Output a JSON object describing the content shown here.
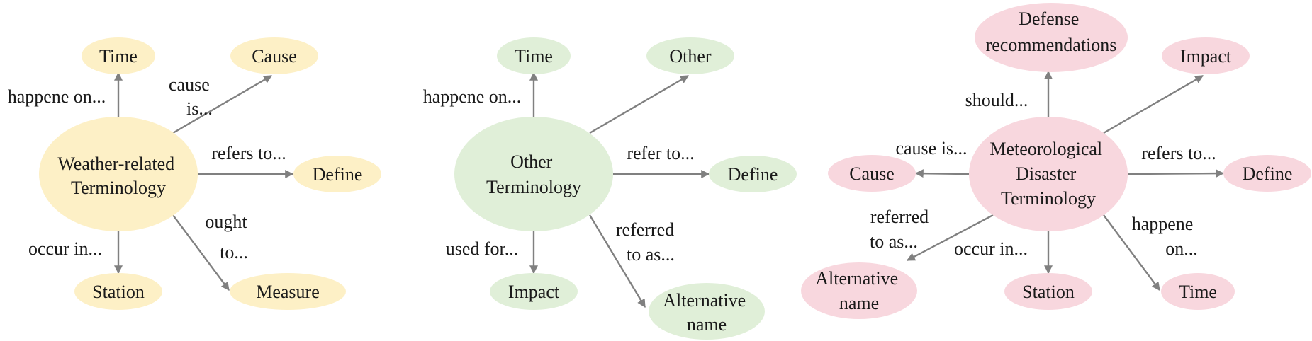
{
  "colors": {
    "yellow": "#fdf0c6",
    "green": "#e0efd8",
    "pink": "#f8d7de",
    "edge": "#808080"
  },
  "diagrams": [
    {
      "id": "weather",
      "center": {
        "lines": [
          "Weather-related",
          "Terminology"
        ]
      },
      "nodes": {
        "time": [
          "Time"
        ],
        "cause": [
          "Cause"
        ],
        "define": [
          "Define"
        ],
        "station": [
          "Station"
        ],
        "measure": [
          "Measure"
        ]
      },
      "edges": {
        "time": [
          "happene on..."
        ],
        "cause": [
          "cause",
          "is..."
        ],
        "define": [
          "refers to..."
        ],
        "station": [
          "occur in..."
        ],
        "measure": [
          "ought",
          "to..."
        ]
      }
    },
    {
      "id": "other",
      "center": {
        "lines": [
          "Other",
          "Terminology"
        ]
      },
      "nodes": {
        "time": [
          "Time"
        ],
        "other": [
          "Other"
        ],
        "define": [
          "Define"
        ],
        "impact": [
          "Impact"
        ],
        "alt": [
          "Alternative",
          "name"
        ]
      },
      "edges": {
        "time": [
          "happene on..."
        ],
        "define": [
          "refer to..."
        ],
        "impact": [
          "used for..."
        ],
        "alt": [
          "referred",
          "to as..."
        ]
      }
    },
    {
      "id": "disaster",
      "center": {
        "lines": [
          "Meteorological",
          "Disaster",
          "Terminology"
        ]
      },
      "nodes": {
        "defense": [
          "Defense",
          "recommendations"
        ],
        "impact": [
          "Impact"
        ],
        "cause": [
          "Cause"
        ],
        "define": [
          "Define"
        ],
        "alt": [
          "Alternative",
          "name"
        ],
        "station": [
          "Station"
        ],
        "time": [
          "Time"
        ]
      },
      "edges": {
        "defense": [
          "should..."
        ],
        "cause": [
          "cause is..."
        ],
        "define": [
          "refers to..."
        ],
        "alt": [
          "referred",
          "to as..."
        ],
        "station": [
          "occur in..."
        ],
        "time": [
          "happene",
          "on..."
        ]
      }
    }
  ]
}
